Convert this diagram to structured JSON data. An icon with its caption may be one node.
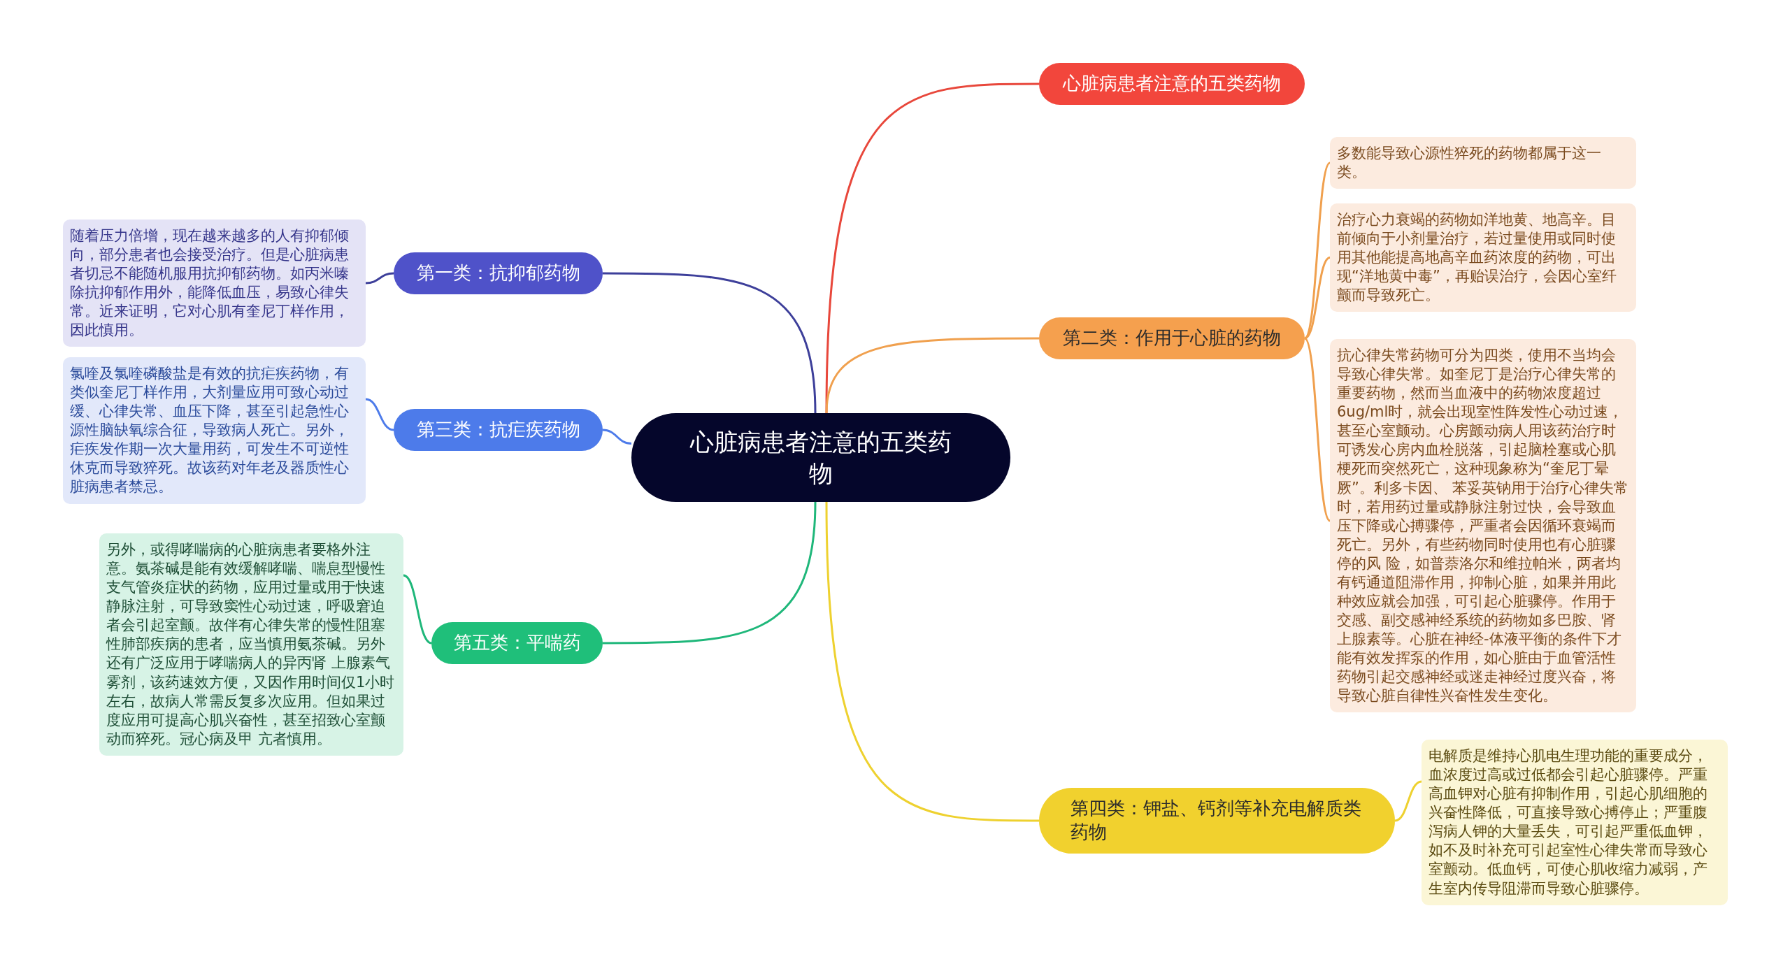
{
  "diagram": {
    "nodes": [
      {
        "text": [
          "心脏病患者注意的五类药物"
        ]
      },
      {
        "text": [
          "心脏病患者注意的五类药物"
        ]
      },
      {
        "text": [
          "第二类：作用于心脏的药物"
        ]
      },
      {
        "text": [
          "多数能导致心源性猝死的药物都属于这一类。"
        ]
      },
      {
        "text": [
          "治疗心力衰竭的药物如洋地黄、地高辛。目前倾向于小剂量治疗，若过量使用或同时使用其他能提高地高辛血药浓度的药物，可出现“洋地黄中毒”，再贻误治疗，会因心室纤颤而导致死亡。"
        ]
      },
      {
        "text": [
          "抗心律失常药物可分为四类，使用不当均会导致心律失常。如奎尼丁是治疗心律失常的重要药物，然而当血液中的药物浓度超过6ug/ml时，就会出现室性阵发性心动过速，甚至心室颤动。心房颤动病人用该药治疗时可诱发心房内血栓脱落，引起脑栓塞或心肌梗死而突然死亡，这种现象称为“奎尼丁晕厥”。利多卡因、 苯妥英钠用于治疗心律失常时，若用药过量或静脉注射过快，会导致血压下降或心搏骤停，严重者会因循环衰竭而死亡。另外，有些药物同时使用也有心脏骤停的风 险，如普萘洛尔和维拉帕米，两者均有钙通道阻滞作用，抑制心脏，如果并用此种效应就会加强，可引起心脏骤停。作用于交感、副交感神经系统的药物如多巴胺、肾上腺素等。心脏在神经-体液平衡的条件下才能有效发挥泵的作用，如心脏由于血管活性药物引起交感神经或迷走神经过度兴奋，将导致心脏自律性兴奋性发生变化。"
        ]
      },
      {
        "text": [
          "第四类：钾盐、钙剂等补充电解质类药物"
        ]
      },
      {
        "text": [
          "电解质是维持心肌电生理功能的重要成分，血浓度过高或过低都会引起心脏骤停。严重高血钾对心脏有抑制作用，引起心肌细胞的兴奋性降低，可直接导致心搏停止；严重腹泻病人钾的大量丢失，可引起严重低血钾，如不及时补充可引起室性心律失常而导致心室颤动。低血钙，可使心肌收缩力减弱，产生室内传导阻滞而导致心脏骤停。"
        ]
      },
      {
        "text": [
          "第一类：抗抑郁药物"
        ]
      },
      {
        "text": [
          "随着压力倍增，现在越来越多的人有抑郁倾向，部分患者也会接受治疗。但是心脏病患者切忌不能随机服用抗抑郁药物。如丙米嗪除抗抑郁作用外，能降低血压，易致心律失常。近来证明，它对心肌有奎尼丁样作用，因此慎用。"
        ]
      },
      {
        "text": [
          "第三类：抗疟疾药物"
        ]
      },
      {
        "text": [
          "氯喹及氯喹磷酸盐是有效的抗疟疾药物，有类似奎尼丁样作用，大剂量应用可致心动过缓、心律失常、血压下降，甚至引起急性心源性脑缺氧综合征，导致病人死亡。另外，疟疾发作期一次大量用药，可发生不可逆性休克而导致猝死。故该药对年老及器质性心脏病患者禁忌。"
        ]
      },
      {
        "text": [
          "第五类：平喘药"
        ]
      },
      {
        "text": [
          "另外，或得哮喘病的心脏病患者要格外注意。氨茶碱是能有效缓解哮喘、喘息型慢性支气管炎症状的药物，应用过量或用于快速静脉注射，可导致窦性心动过速，呼吸窘迫者会引起室颤。故伴有心律失常的慢性阻塞性肺部疾病的患者，应当慎用氨茶碱。另外还有广泛应用于哮喘病人的异丙肾 上腺素气雾剂，该药速效方便，又因作用时间仅1小时左右，故病人常需反复多次应用。但如果过度应用可提高心肌兴奋性，甚至招致心室颤动而猝死。冠心病及甲 亢者慎用。"
        ]
      }
    ],
    "edges": [
      {
        "from": 0,
        "to": 1,
        "arrow": "none",
        "color": "#e8473b"
      },
      {
        "from": 0,
        "to": 2,
        "arrow": "none",
        "color": "#f0a04e"
      },
      {
        "from": 2,
        "to": 3,
        "arrow": "none",
        "color": "#f0a04e"
      },
      {
        "from": 2,
        "to": 4,
        "arrow": "none",
        "color": "#f0a04e"
      },
      {
        "from": 2,
        "to": 5,
        "arrow": "none",
        "color": "#f0a04e"
      },
      {
        "from": 0,
        "to": 6,
        "arrow": "none",
        "color": "#eed12f"
      },
      {
        "from": 6,
        "to": 7,
        "arrow": "none",
        "color": "#eed12f"
      },
      {
        "from": 0,
        "to": 8,
        "arrow": "none",
        "color": "#3d3f9a"
      },
      {
        "from": 8,
        "to": 9,
        "arrow": "none",
        "color": "#3d3f9a"
      },
      {
        "from": 0,
        "to": 10,
        "arrow": "none",
        "color": "#4d7bea"
      },
      {
        "from": 10,
        "to": 11,
        "arrow": "none",
        "color": "#4d7bea"
      },
      {
        "from": 0,
        "to": 12,
        "arrow": "none",
        "color": "#1fb77a"
      },
      {
        "from": 12,
        "to": 13,
        "arrow": "none",
        "color": "#1fb77a"
      }
    ]
  }
}
